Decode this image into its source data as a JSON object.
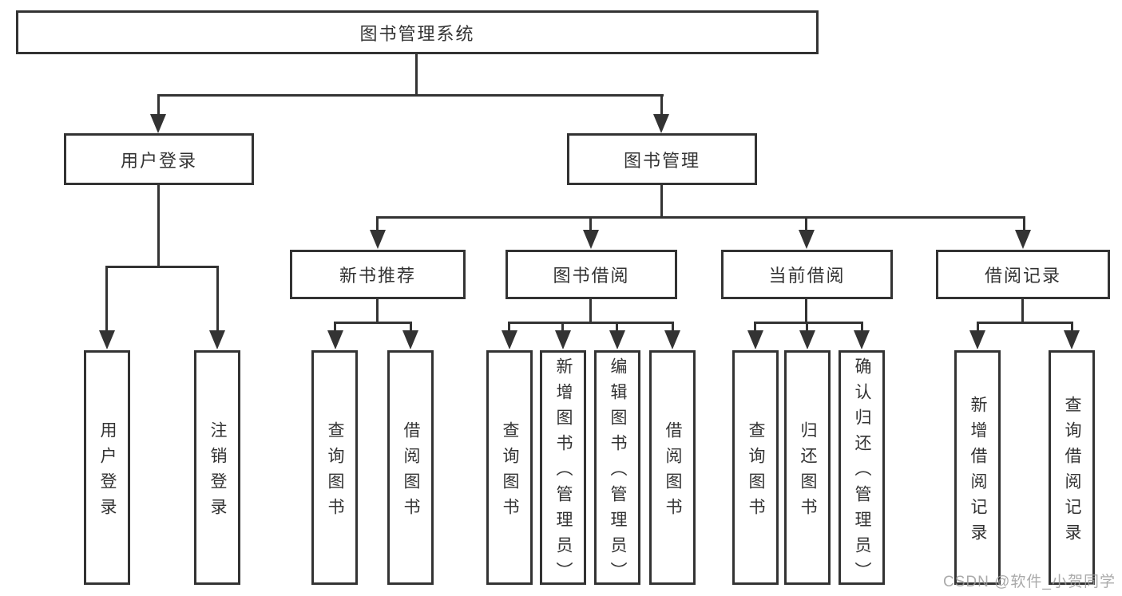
{
  "tree": {
    "root": {
      "label": "图书管理系统"
    },
    "branches": [
      {
        "label": "用户登录",
        "children": [
          {
            "label": "用户登录"
          },
          {
            "label": "注销登录"
          }
        ]
      },
      {
        "label": "图书管理",
        "children": [
          {
            "label": "新书推荐",
            "children": [
              {
                "label": "查询图书"
              },
              {
                "label": "借阅图书"
              }
            ]
          },
          {
            "label": "图书借阅",
            "children": [
              {
                "label": "查询图书"
              },
              {
                "label": "新增图书（管理员）"
              },
              {
                "label": "编辑图书（管理员）"
              },
              {
                "label": "借阅图书"
              }
            ]
          },
          {
            "label": "当前借阅",
            "children": [
              {
                "label": "查询图书"
              },
              {
                "label": "归还图书"
              },
              {
                "label": "确认归还（管理员）"
              }
            ]
          },
          {
            "label": "借阅记录",
            "children": [
              {
                "label": "新增借阅记录"
              },
              {
                "label": "查询借阅记录"
              }
            ]
          }
        ]
      }
    ]
  },
  "watermark": {
    "text": "CSDN @软件_小贺同学"
  },
  "colors": {
    "line": "#333333",
    "box_border": "#333333",
    "text": "#333333",
    "watermark": "#9c9c9c",
    "background": "#ffffff"
  }
}
